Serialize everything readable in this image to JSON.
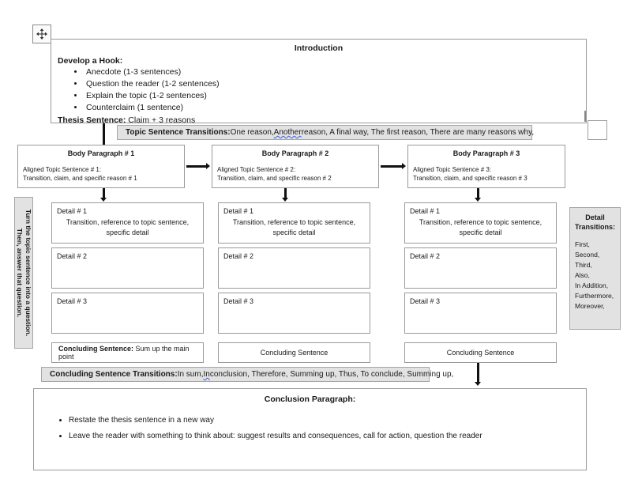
{
  "handle": {
    "icon": "move-handle-icon"
  },
  "introduction": {
    "title": "Introduction",
    "hook_label": "Develop a Hook:",
    "hook_items": [
      "Anecdote (1-3 sentences)",
      "Question the reader (1-2 sentences)",
      "Explain the topic (1-2 sentences)",
      "Counterclaim (1 sentence)"
    ],
    "thesis_label": "Thesis Sentence:",
    "thesis_text": " Claim + 3 reasons"
  },
  "topic_sentence_transitions": {
    "label": "Topic Sentence Transitions:",
    "pre": " One reason, ",
    "misspelled": "Another",
    "post": " reason, A final way, The first reason, There are many reasons why,"
  },
  "body_paragraphs": [
    {
      "title": "Body Paragraph # 1",
      "line1": "Aligned Topic Sentence # 1:",
      "line2": "Transition, claim, and specific reason # 1"
    },
    {
      "title": "Body Paragraph # 2",
      "line1": "Aligned Topic Sentence # 2:",
      "line2": "Transition, claim, and specific reason # 2"
    },
    {
      "title": "Body Paragraph # 3",
      "line1": "Aligned Topic Sentence # 3:",
      "line2": "Transition, claim, and specific reason # 3"
    }
  ],
  "details": {
    "d1_label": "Detail # 1",
    "d1_sub": "Transition, reference to topic sentence, specific detail",
    "d2_label": "Detail # 2",
    "d3_label": "Detail # 3"
  },
  "concluding_sentences": {
    "col1_label": "Concluding Sentence:",
    "col1_text": " Sum up the main point",
    "col2": "Concluding Sentence",
    "col3": "Concluding Sentence"
  },
  "detail_transitions": {
    "title_line1": "Detail",
    "title_line2": "Transitions:",
    "items": [
      "First,",
      "Second,",
      "Third,",
      "Also,",
      "In Addition,",
      "Furthermore,",
      "Moreover,"
    ]
  },
  "left_sidebar": {
    "line1": "Turn the topic sentence into a question.",
    "line2": "Then, answer that question."
  },
  "concluding_sentence_transitions": {
    "label": "Concluding Sentence Transitions:",
    "pre": " In sum, ",
    "misspelled": "In",
    "post": " conclusion, Therefore, Summing up, Thus, To conclude, Summing up,"
  },
  "conclusion": {
    "title": "Conclusion Paragraph:",
    "items": [
      "Restate the thesis sentence in a new way",
      "Leave the reader with something to think about: suggest results and consequences, call for action, question the reader"
    ]
  },
  "colors": {
    "shaded_fill": "#e2e2e2",
    "box_border": "#9a9a9a",
    "connector": "#111111",
    "spellcheck_underline": "#3b5bdb"
  }
}
